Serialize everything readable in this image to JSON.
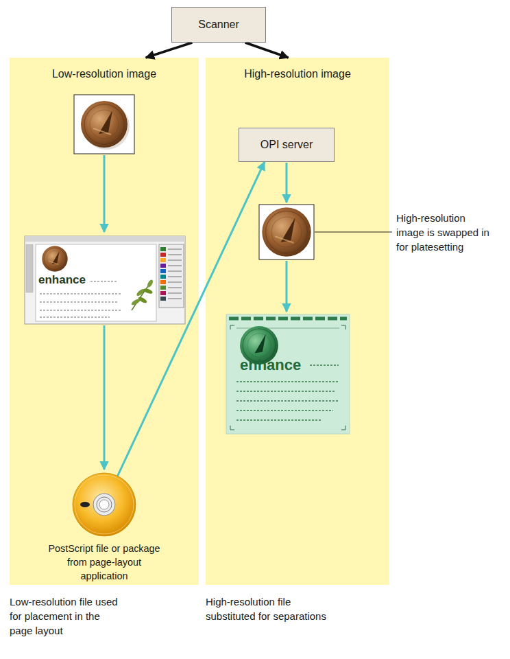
{
  "diagram": {
    "nodes": [
      {
        "text": [
          "Scanner"
        ]
      },
      {
        "text": [
          "Low-resolution image"
        ]
      },
      {
        "text": [
          "High-resolution image"
        ]
      },
      {
        "text": [
          "OPI server"
        ],
        "in": 2
      },
      {
        "text": [
          "PostScript file or package from page-layout application"
        ],
        "in": 1
      }
    ],
    "edges": [
      {
        "from": 0,
        "to": 1,
        "arrow": "to"
      },
      {
        "from": 0,
        "to": 2,
        "arrow": "to"
      },
      {
        "from": 4,
        "to": 3,
        "arrow": "to"
      }
    ],
    "labels": [
      "enhance",
      "High-resolution image is swapped in for platesetting",
      "enhance",
      "Low-resolution file used for placement in the page layout",
      "High-resolution file substituted for separations"
    ]
  }
}
